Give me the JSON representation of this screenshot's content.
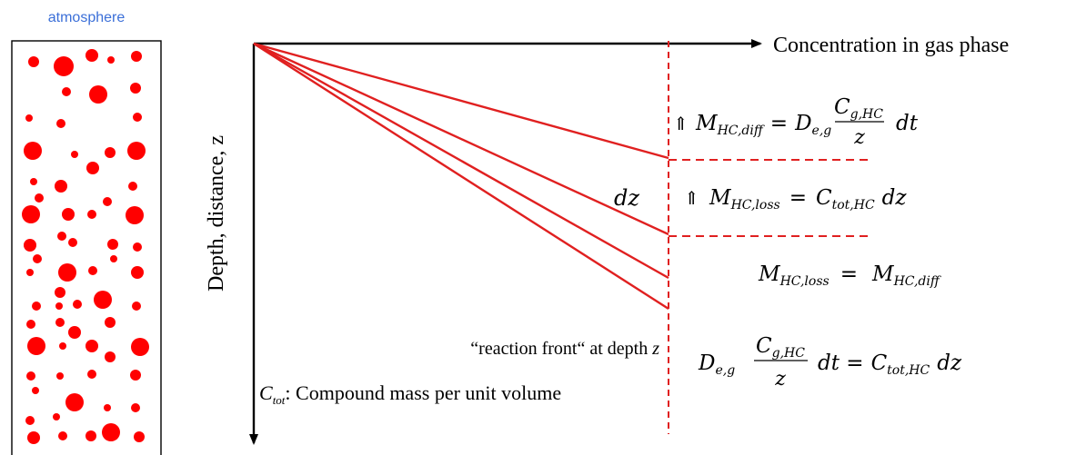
{
  "colors": {
    "atmosphere_label": "#3b6fd8",
    "particles": "#ff0000",
    "front_lines": "#e02020",
    "dashed": "#e02020",
    "axis": "#000000"
  },
  "column": {
    "label": "atmosphere"
  },
  "axes": {
    "x_label": "Concentration in gas phase",
    "y_label": "Depth, distance, z"
  },
  "labels": {
    "dz": "dz",
    "reaction_front_text": "“reaction front“ at depth ",
    "reaction_front_var": "z",
    "ctot_symbol": "C",
    "ctot_sub": "tot",
    "ctot_text": ": Compound mass per unit volume"
  },
  "equations": {
    "arrow": "⇑",
    "diff": {
      "lhs_symbol": "M",
      "lhs_sub": "HC,diff",
      "equals": "=",
      "coef_symbol": "D",
      "coef_sub": "e,g",
      "num_symbol": "C",
      "num_sub": "g,HC",
      "den": "z",
      "tail": "dt"
    },
    "loss": {
      "lhs_symbol": "M",
      "lhs_sub": "HC,loss",
      "equals": "=",
      "rhs_symbol": "C",
      "rhs_sub": "tot,HC",
      "tail": "dz"
    },
    "balance": {
      "lhs_symbol": "M",
      "lhs_sub": "HC,loss",
      "equals": "=",
      "rhs_symbol": "M",
      "rhs_sub": "HC,diff"
    },
    "final": {
      "coef_symbol": "D",
      "coef_sub": "e,g",
      "num_symbol": "C",
      "num_sub": "g,HC",
      "den": "z",
      "mid": "dt =",
      "rhs_symbol": "C",
      "rhs_sub": "tot,HC",
      "tail": "dz"
    }
  }
}
